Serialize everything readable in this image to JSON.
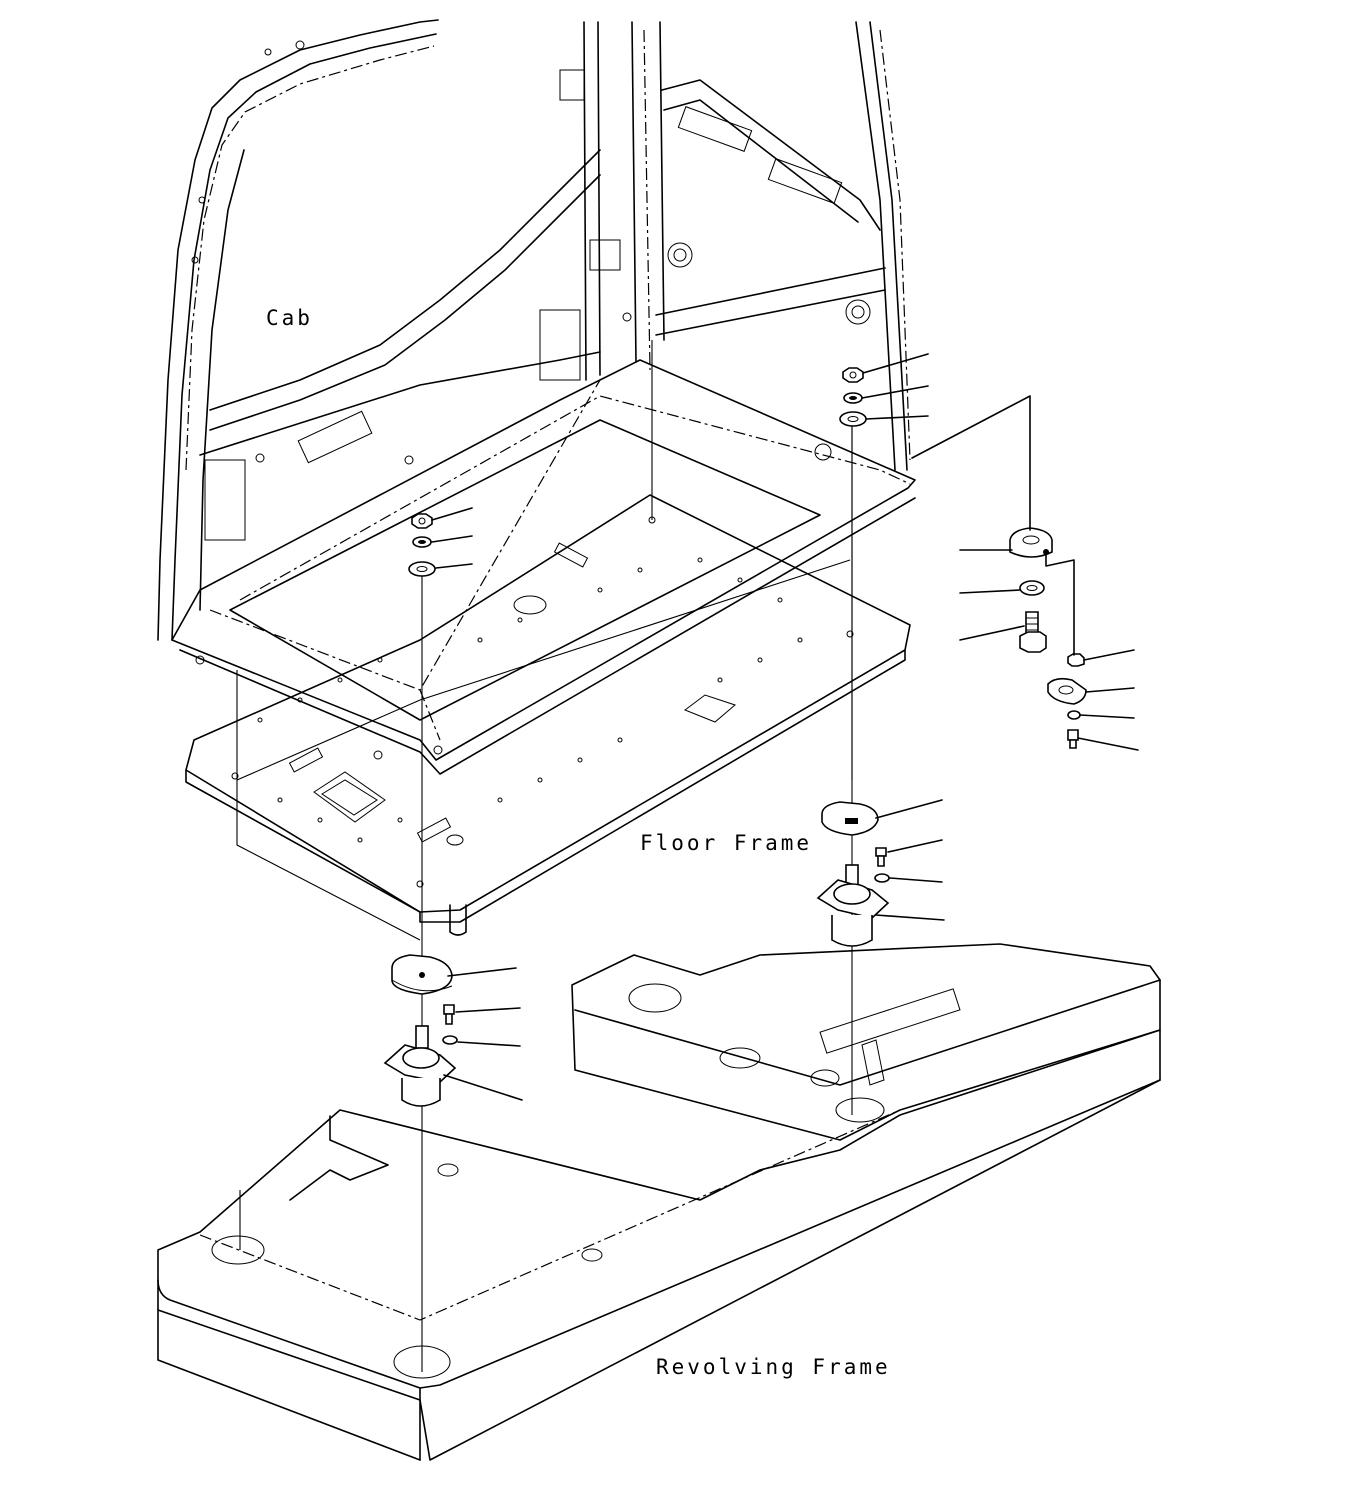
{
  "labels": {
    "cab": "Cab",
    "floor_frame": "Floor Frame",
    "revolving_frame": "Revolving Frame"
  }
}
